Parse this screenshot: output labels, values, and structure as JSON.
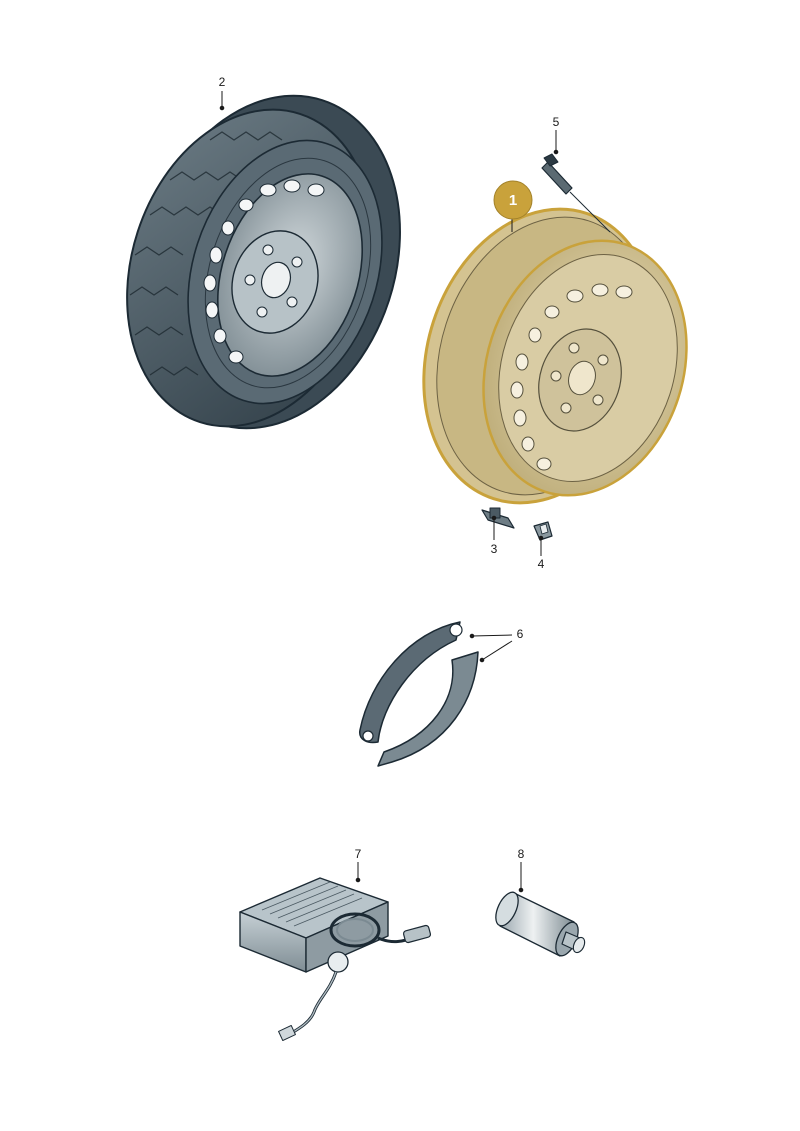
{
  "callout": {
    "number": "1",
    "color": "#c9a23b"
  },
  "labels": {
    "tire_wheel": "2",
    "valve": "5",
    "balance_weight": "3",
    "clip": "4",
    "strap": "6",
    "compressor": "7",
    "sealant_bottle": "8"
  },
  "colors": {
    "steel_part": "#7a8a92",
    "tire": "#4a5a64",
    "highlight": "#e6d2a0"
  }
}
